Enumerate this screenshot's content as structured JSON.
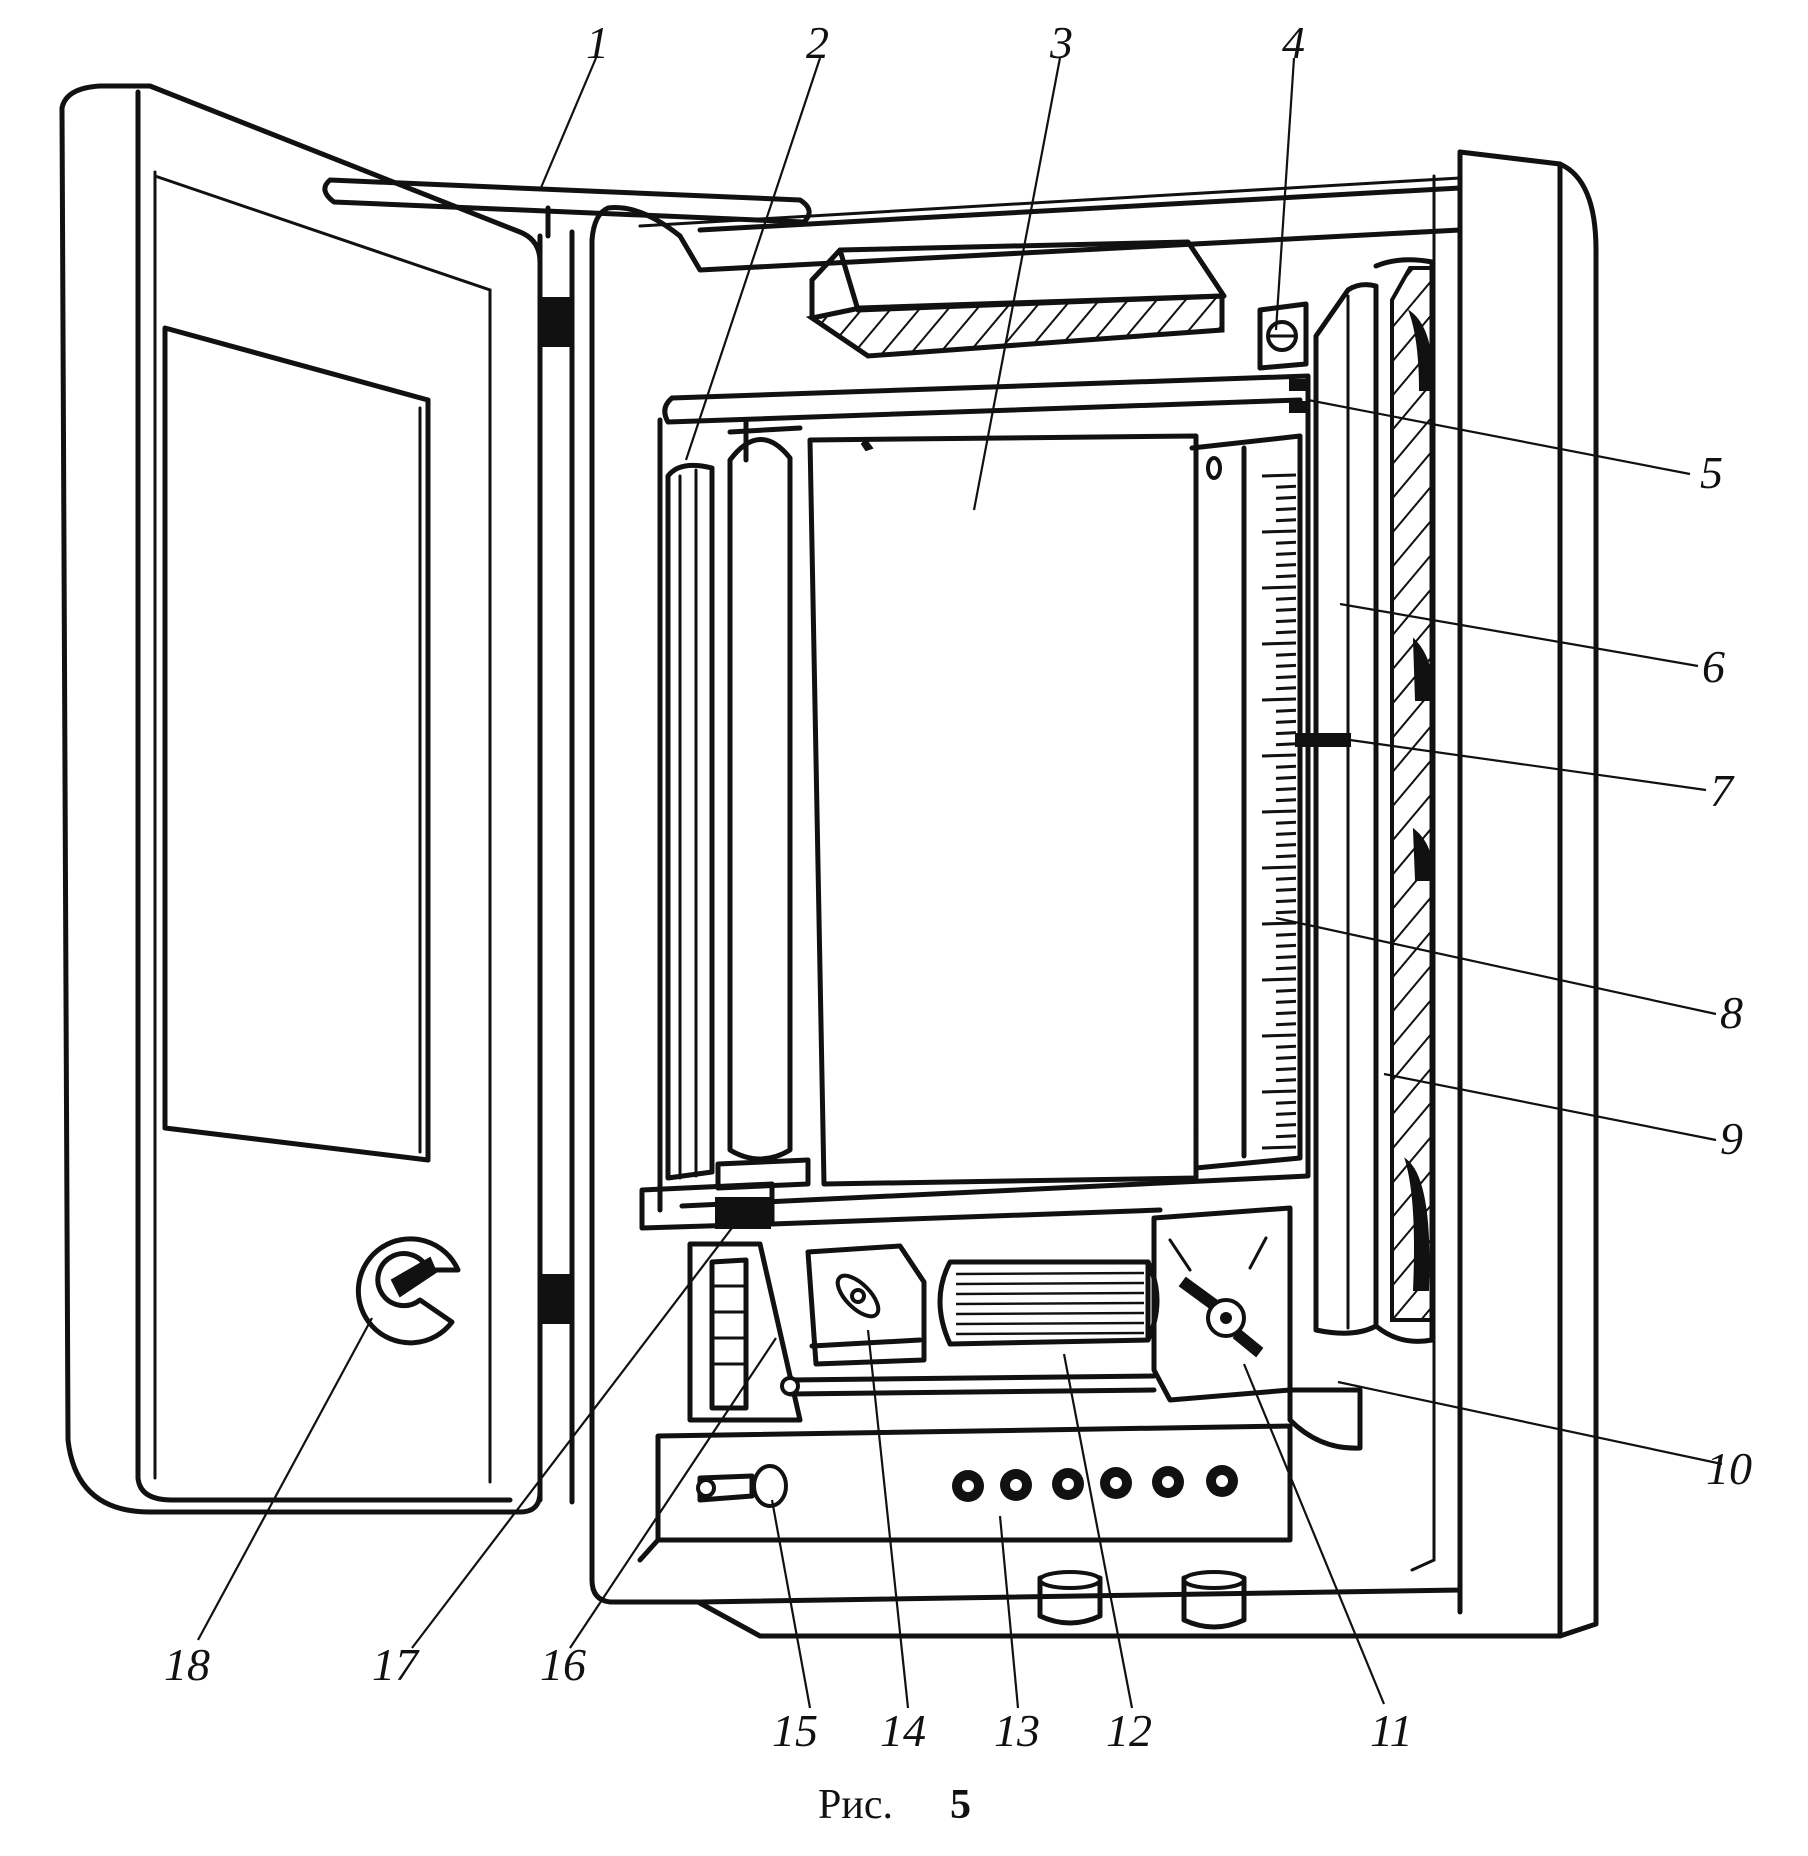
{
  "caption": {
    "prefix": "Рис.",
    "number": "5"
  },
  "callouts": [
    "1",
    "2",
    "3",
    "4",
    "5",
    "6",
    "7",
    "8",
    "9",
    "10",
    "11",
    "12",
    "13",
    "14",
    "15",
    "16",
    "17",
    "18"
  ]
}
